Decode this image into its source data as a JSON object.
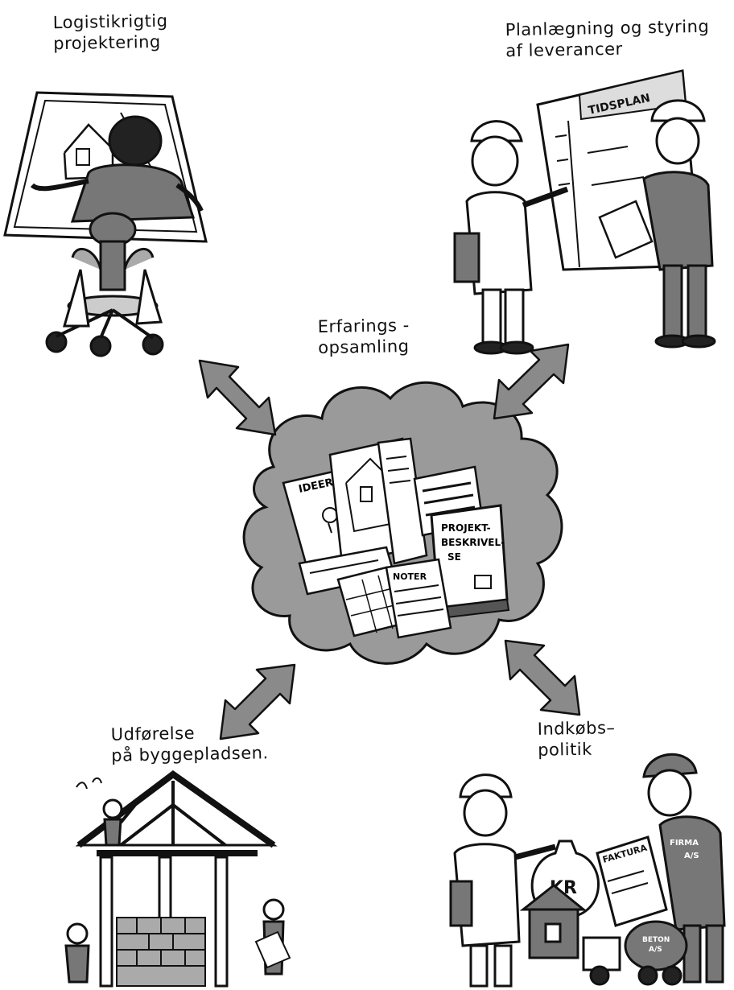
{
  "labels": {
    "top_left": [
      "Logistikrigtig",
      "projektering"
    ],
    "top_right": [
      "Planlægning og styring",
      "af leverancer"
    ],
    "center": [
      "Erfarings -",
      "opsamling"
    ],
    "bottom_left": [
      "Udførelse",
      "på byggepladsen."
    ],
    "bottom_right": [
      "Indkøbs–",
      "politik"
    ]
  },
  "doc_texts": {
    "tidsplan": "TIDSPLAN",
    "ideer": "IDEER",
    "projektbeskrivelse": [
      "PROJEKT-",
      "BESKRIVEL-",
      "SE"
    ],
    "notes": "NOTER",
    "kr": "KR",
    "faktura": "FAKTURA",
    "firma": [
      "FIRMA",
      "A/S"
    ],
    "beton": [
      "BETON",
      "A/S"
    ]
  },
  "colors": {
    "ink": "#111111",
    "cloud": "#9a9a9a",
    "arrow": "#8a8a8a",
    "paper": "#ffffff"
  }
}
